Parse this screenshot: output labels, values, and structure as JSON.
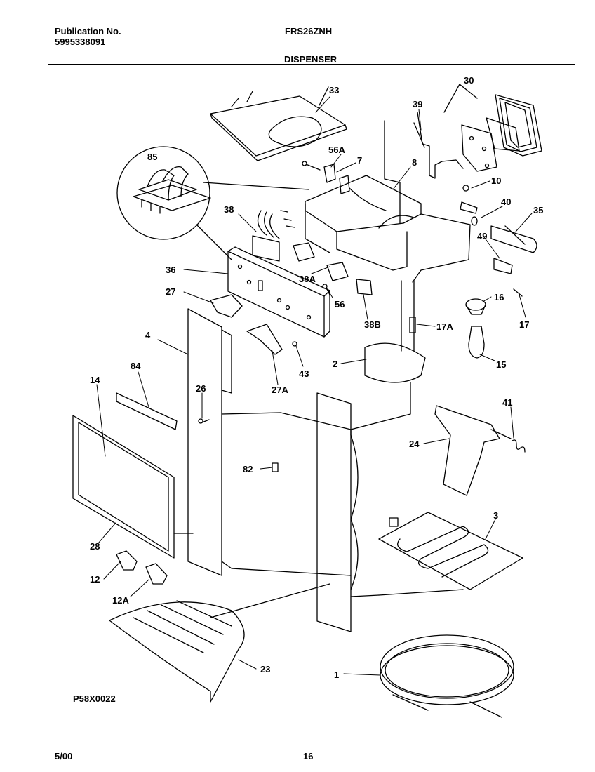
{
  "header": {
    "publication_label": "Publication No.",
    "publication_number": "5995338091",
    "model": "FRS26ZNH",
    "section_title": "DISPENSER"
  },
  "diagram": {
    "part_labels": [
      "33",
      "30",
      "39",
      "56A",
      "7",
      "8",
      "85",
      "10",
      "40",
      "35",
      "38",
      "49",
      "36",
      "38A",
      "27",
      "56",
      "16",
      "17",
      "38B",
      "17A",
      "4",
      "43",
      "2",
      "15",
      "84",
      "27A",
      "26",
      "14",
      "41",
      "24",
      "82",
      "3",
      "28",
      "12",
      "12A",
      "23",
      "1"
    ],
    "figure_code": "P58X0022"
  },
  "footer": {
    "date": "5/00",
    "page_number": "16"
  }
}
